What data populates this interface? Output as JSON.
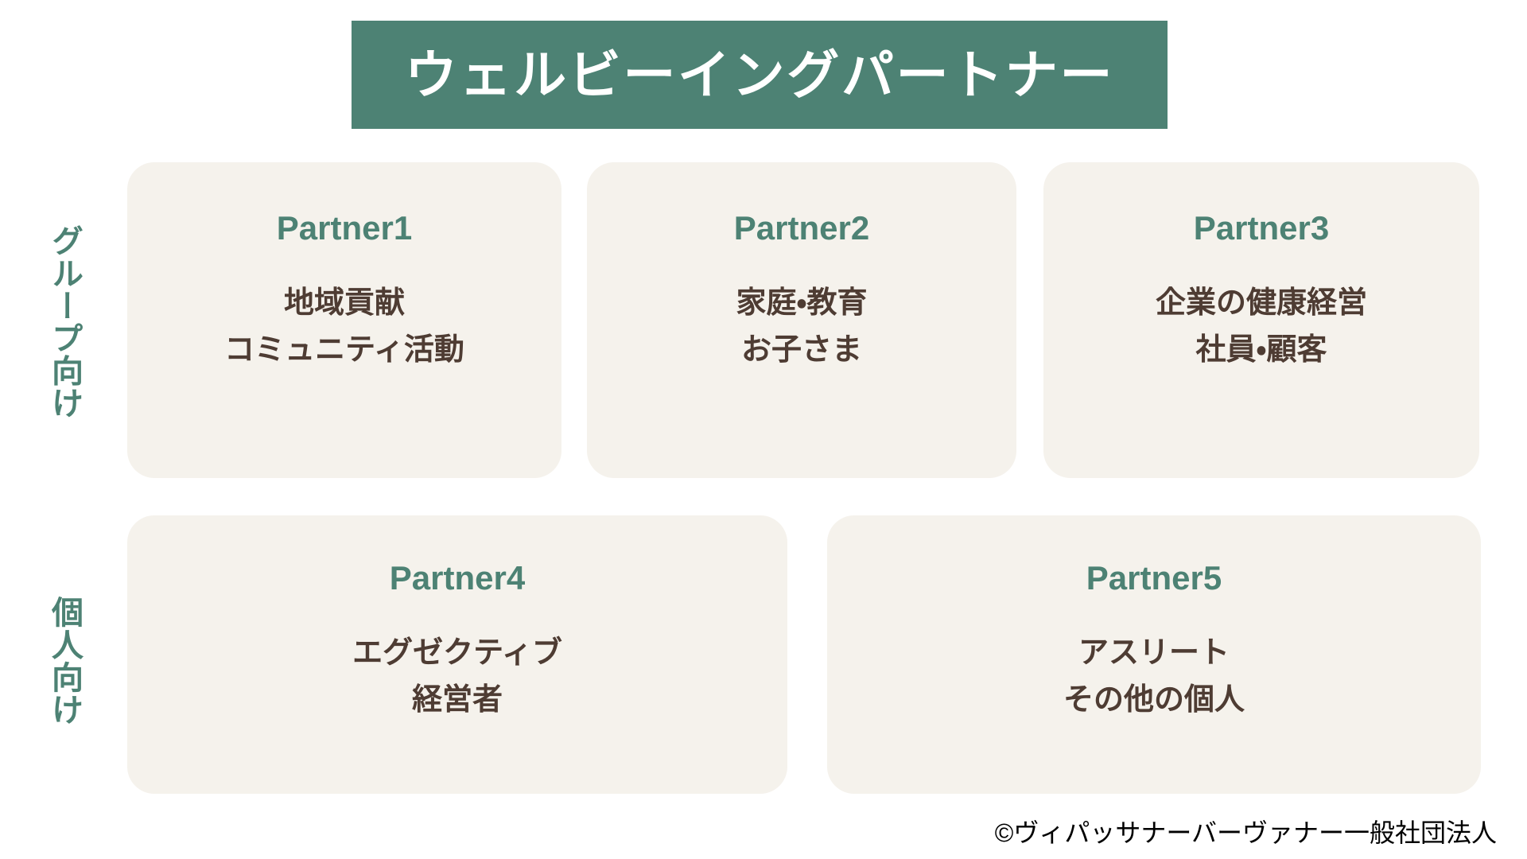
{
  "header": {
    "title": "ウェルビーイングパートナー",
    "background_color": "#4d8274",
    "text_color": "#ffffff"
  },
  "row_labels": {
    "group": "グループ向け",
    "individual": "個人向け"
  },
  "colors": {
    "accent_teal": "#4d8274",
    "card_background": "#f5f2ec",
    "body_text": "#4e3c33",
    "page_background": "#ffffff"
  },
  "rows": [
    {
      "label": "グループ向け",
      "cards": [
        {
          "title": "Partner1",
          "line1": "地域貢献",
          "line2": "コミュニティ活動"
        },
        {
          "title": "Partner2",
          "line1": "家庭・教育",
          "line2": "お子さま"
        },
        {
          "title": "Partner3",
          "line1": "企業の健康経営",
          "line2": "社員・顧客"
        }
      ]
    },
    {
      "label": "個人向け",
      "cards": [
        {
          "title": "Partner4",
          "line1": "エグゼクティブ",
          "line2": "経営者"
        },
        {
          "title": "Partner5",
          "line1": "アスリート",
          "line2": "その他の個人"
        }
      ]
    }
  ],
  "footer": {
    "copyright": "©ヴィパッサナーバーヴァナー一般社団法人"
  }
}
